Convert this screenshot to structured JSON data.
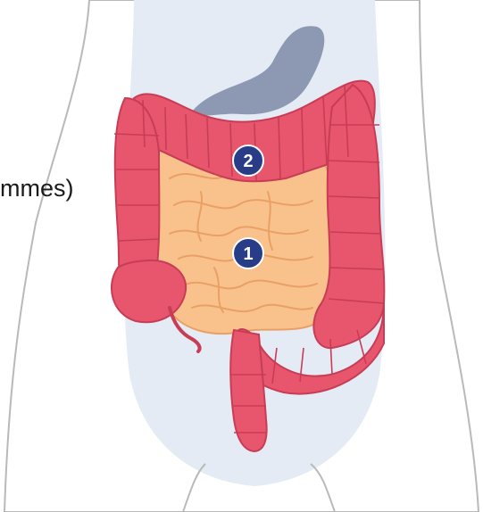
{
  "labels": {
    "cut_text": "mmes)"
  },
  "markers": [
    {
      "id": "1",
      "text": "1"
    },
    {
      "id": "2",
      "text": "2"
    }
  ],
  "colors": {
    "torso_fill": "#e4ebf5",
    "outline": "#b9b9b9",
    "stomach": "#8d99b3",
    "colon": "#e8566d",
    "colon_dark": "#c73d55",
    "small_intestine": "#f9c28c",
    "small_intestine_line": "#eaa064",
    "marker_fill": "#283c88",
    "marker_text": "#ffffff"
  }
}
